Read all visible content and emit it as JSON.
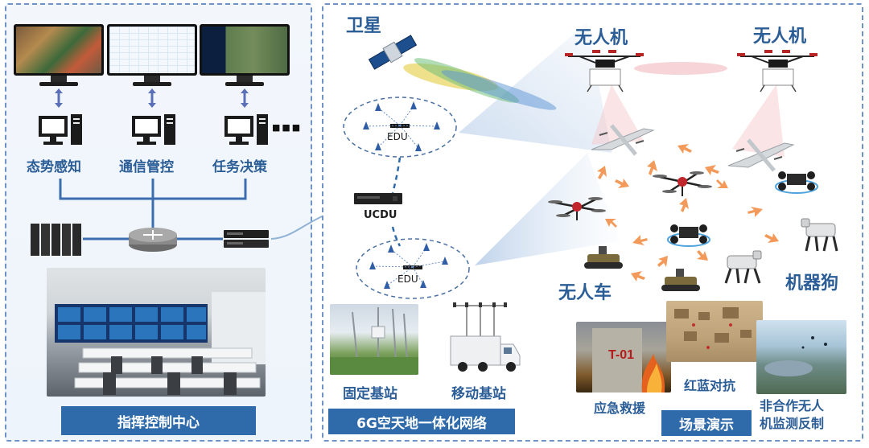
{
  "left_panel": {
    "title": "指挥控制中心",
    "consoles": [
      {
        "label": "态势感知"
      },
      {
        "label": "通信管控"
      },
      {
        "label": "任务决策"
      }
    ],
    "more": "■■■"
  },
  "right_panel": {
    "title": "6G空天地一体化网络",
    "satellite_label": "卫星",
    "edu_label_1": "EDU",
    "edu_label_2": "EDU",
    "ucdu_label": "UCDU",
    "fixed_station_label": "固定基站",
    "mobile_station_label": "移动基站",
    "uav_label_1": "无人机",
    "uav_label_2": "无人机",
    "ugv_label": "无人车",
    "robot_dog_label": "机器狗",
    "scenario_title": "场景演示",
    "scenarios": [
      {
        "label": "应急救援",
        "sign": "T-01"
      },
      {
        "label": "红蓝对抗"
      },
      {
        "label": "非合作无人\n机监测反制"
      }
    ]
  },
  "colors": {
    "brand_blue": "#2f6bab",
    "label_blue": "#2b5d97",
    "arrow_orange": "#f39a5a",
    "dashed_border": "#6f93c7"
  }
}
